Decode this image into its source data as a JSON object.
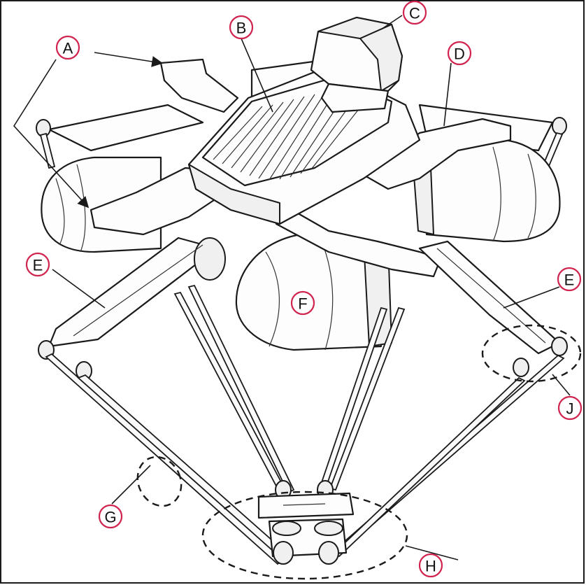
{
  "callouts": {
    "A": "A",
    "B": "B",
    "C": "C",
    "D": "D",
    "E_left": "E",
    "E_right": "E",
    "F": "F",
    "G": "G",
    "H": "H",
    "J": "J"
  },
  "colors": {
    "callout_outline": "#d0234e",
    "line": "#1a1a1a",
    "background": "#ffffff"
  }
}
